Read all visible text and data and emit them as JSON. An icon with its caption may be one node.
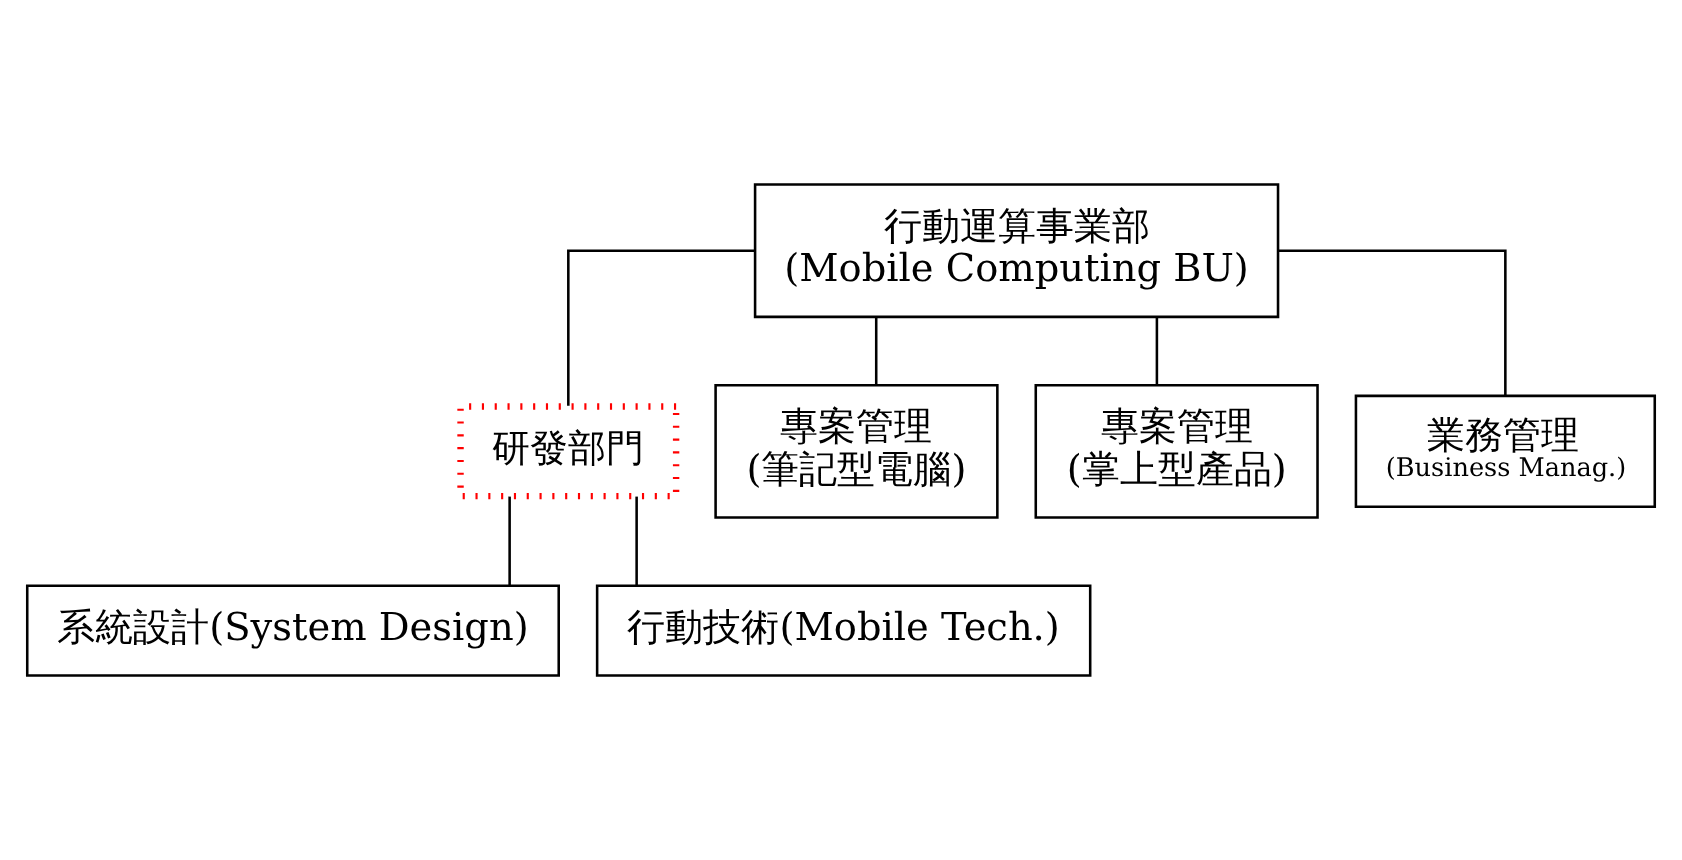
{
  "diagram": {
    "nodes": [
      {
        "text": [
          "行動運算事業部",
          "(Mobile Computing BU)"
        ]
      },
      {
        "text": [
          "研發部門"
        ]
      },
      {
        "text": [
          "專案管理",
          "(筆記型電腦)"
        ]
      },
      {
        "text": [
          "專案管理",
          "(掌上型產品)"
        ]
      },
      {
        "text": [
          "業務管理",
          "(Business Manag.)"
        ]
      },
      {
        "text": [
          "系統設計(System Design)"
        ]
      },
      {
        "text": [
          "行動技術(Mobile Tech.)"
        ]
      }
    ],
    "edges": [
      {
        "from": 0,
        "to": 1,
        "arrow": "none"
      },
      {
        "from": 0,
        "to": 2,
        "arrow": "none"
      },
      {
        "from": 0,
        "to": 3,
        "arrow": "none"
      },
      {
        "from": 0,
        "to": 4,
        "arrow": "none"
      },
      {
        "from": 1,
        "to": 5,
        "arrow": "none"
      },
      {
        "from": 1,
        "to": 6,
        "arrow": "none"
      }
    ]
  }
}
